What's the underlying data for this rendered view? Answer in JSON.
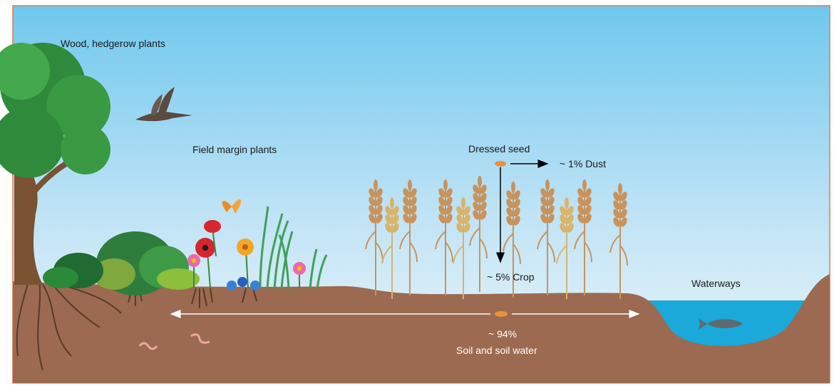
{
  "labels": {
    "wood": "Wood, hedgerow plants",
    "field_margin": "Field margin plants",
    "dressed_seed": "Dressed seed",
    "dust": "~ 1% Dust",
    "crop": "~ 5% Crop",
    "waterways": "Waterways",
    "soil_pct": "~ 94%",
    "soil_label": "Soil and soil water"
  },
  "colors": {
    "sky_top": "#6fc8ee",
    "sky_bottom": "#eaf4fa",
    "soil": "#9b6a50",
    "water": "#1aa9d8",
    "frame": "#e07b4f",
    "seed": "#e8913a"
  }
}
